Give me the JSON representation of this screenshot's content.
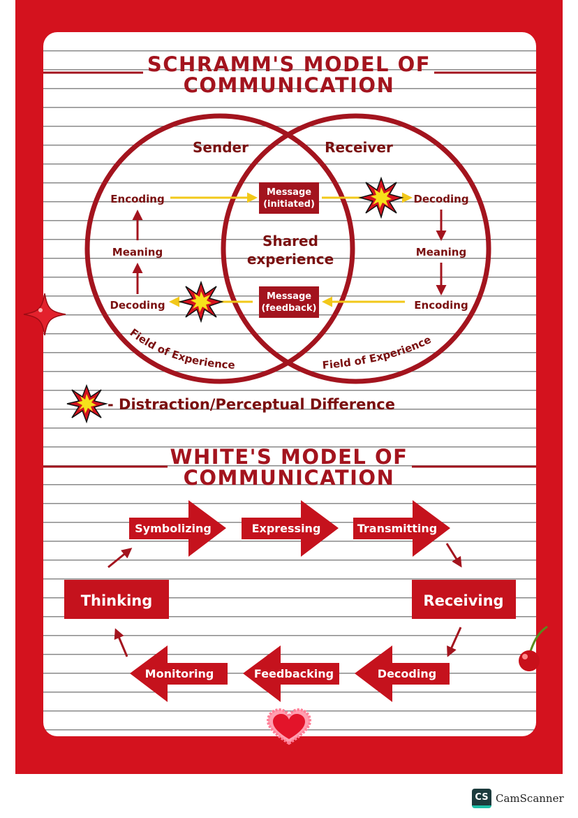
{
  "schramm": {
    "title_line1": "SCHRAMM'S MODEL OF",
    "title_line2": "COMMUNICATION",
    "sender": "Sender",
    "receiver": "Receiver",
    "left_encoding": "Encoding",
    "left_meaning": "Meaning",
    "left_decoding": "Decoding",
    "right_decoding": "Decoding",
    "right_meaning": "Meaning",
    "right_encoding": "Encoding",
    "msg_initiated_1": "Message",
    "msg_initiated_2": "(initiated)",
    "msg_feedback_1": "Message",
    "msg_feedback_2": "(feedback)",
    "shared_1": "Shared",
    "shared_2": "experience",
    "field_left": "Field of Experience",
    "field_right": "Field of Experience",
    "legend": "- Distraction/Perceptual Difference"
  },
  "white": {
    "title_line1": "WHITE'S MODEL OF",
    "title_line2": "COMMUNICATION",
    "symbolizing": "Symbolizing",
    "expressing": "Expressing",
    "transmitting": "Transmitting",
    "thinking": "Thinking",
    "receiving": "Receiving",
    "monitoring": "Monitoring",
    "feedbacking": "Feedbacking",
    "decoding": "Decoding"
  },
  "watermark": {
    "logo": "CS",
    "text": "CamScanner"
  },
  "colors": {
    "frame": "#d4121e",
    "dark_red": "#a3141e",
    "arrow_yellow": "#f2c81a"
  }
}
